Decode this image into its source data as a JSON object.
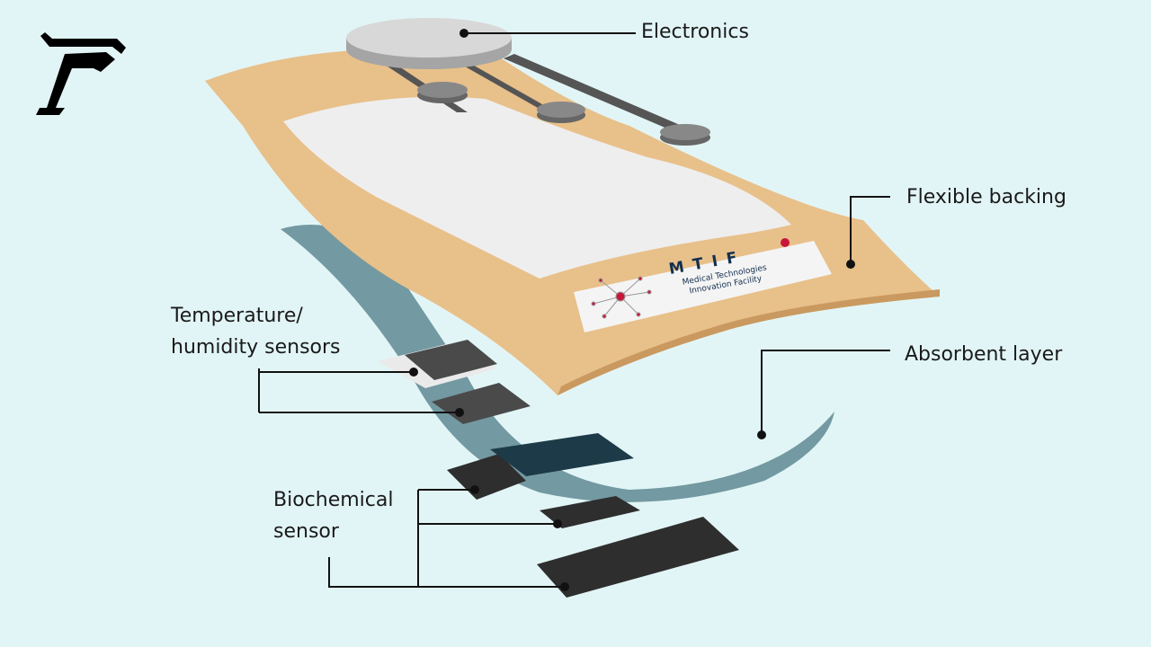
{
  "labels": {
    "electronics": "Electronics",
    "flexible_backing": "Flexible backing",
    "absorbent_layer": "Absorbent layer",
    "temp_line1": "Temperature/",
    "temp_line2": "humidity sensors",
    "bio_line1": "Biochemical",
    "bio_line2": "sensor"
  },
  "brand_label": {
    "acronym": "MTIF",
    "line1": "Medical Technologies",
    "line2": "Innovation Facility"
  },
  "colors": {
    "background": "#e2f5f6",
    "backing": "#e8c08a",
    "absorbent": "#4d7a86",
    "sensor": "#2e2e2e",
    "accent": "#c8173a",
    "brand_text": "#13304f"
  }
}
